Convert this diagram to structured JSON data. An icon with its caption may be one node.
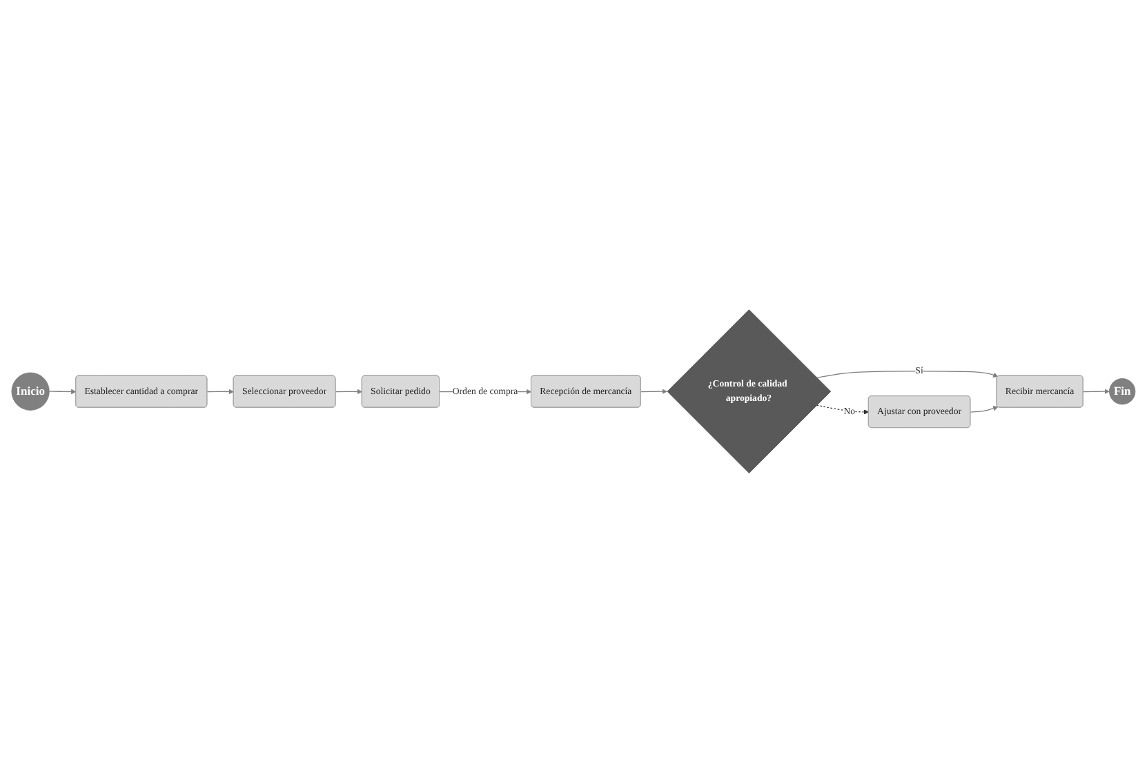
{
  "diagram": {
    "nodes": [
      {
        "text": [
          "Inicio"
        ]
      },
      {
        "text": [
          "Establecer cantidad a comprar"
        ]
      },
      {
        "text": [
          "Seleccionar proveedor"
        ]
      },
      {
        "text": [
          "Solicitar pedido"
        ]
      },
      {
        "text": [
          "Ajustar con proveedor"
        ]
      },
      {
        "text": [
          "Fin"
        ]
      },
      {
        "text": [
          "Recibir mercancía"
        ]
      },
      {
        "text": [
          "¿Control de calidad apropiado?"
        ]
      },
      {
        "text": [
          "Recepción de mercancía"
        ]
      }
    ],
    "edges": [
      {
        "from": 0,
        "to": 1,
        "arrow": "to"
      },
      {
        "from": 1,
        "to": 2,
        "arrow": "to"
      },
      {
        "from": 2,
        "to": 3,
        "arrow": "to"
      },
      {
        "from": 3,
        "to": 8,
        "arrow": "to",
        "label": "Orden de compra"
      },
      {
        "from": 8,
        "to": 7,
        "arrow": "to"
      },
      {
        "from": 7,
        "to": 6,
        "arrow": "to",
        "label": "Sí"
      },
      {
        "from": 7,
        "to": 4,
        "arrow": "to",
        "label": "No",
        "style": "dashed",
        "color": "#333333"
      },
      {
        "from": 4,
        "to": 6,
        "arrow": "to"
      },
      {
        "from": 6,
        "to": 5,
        "arrow": "to"
      }
    ]
  }
}
